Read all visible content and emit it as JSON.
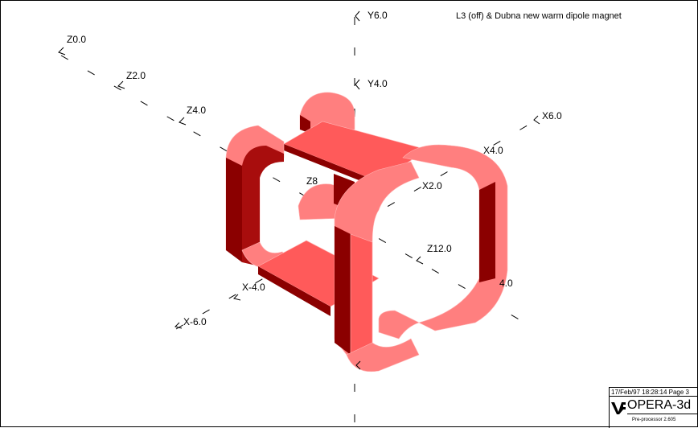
{
  "title": "L3 (off) & Dubna new warm dipole magnet",
  "axes": {
    "y": [
      "Y6.0",
      "Y4.0"
    ],
    "z": [
      "Z0.0",
      "Z2.0",
      "Z4.0",
      "Z8",
      "Z12.0"
    ],
    "x": [
      "X6.0",
      "X4.0",
      "X2.0",
      "X-4.0",
      "X-6.0"
    ],
    "partial": "4.0"
  },
  "colors": {
    "light": "#ff7f7f",
    "mid": "#ff5a5a",
    "dark": "#8b0000",
    "edge": "#ffb3b3"
  },
  "info": {
    "date": "17/Feb/97 18:28:14 Page 3",
    "product": "OPERA-3d",
    "sub": "Pre-processor 2.605",
    "logo": "vector-fields-logo-icon"
  }
}
